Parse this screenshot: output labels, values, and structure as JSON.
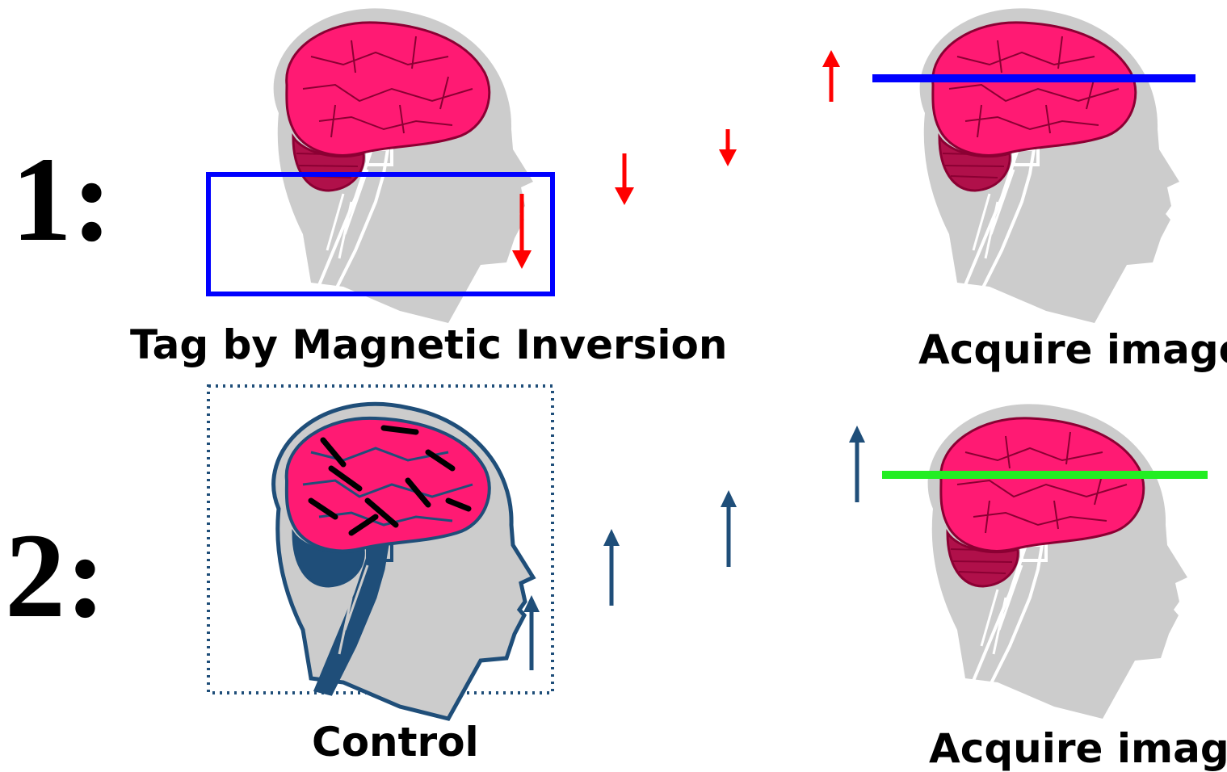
{
  "steps": [
    {
      "number": "1:",
      "caption": "Tag by Magnetic Inversion",
      "result_caption": "Acquire image"
    },
    {
      "number": "2:",
      "caption": "Control",
      "result_caption": "Acquire image"
    }
  ],
  "colors": {
    "brain": "#ff1a73",
    "brain_outline": "#8b0033",
    "head": "#cccccc",
    "tag_arrows": "#ff0000",
    "control_arrows": "#1f4e79",
    "tag_box": "#0000ff",
    "slice_line_1": "#0000ff",
    "slice_line_2": "#22ee22",
    "control_outline": "#1f4e79"
  },
  "icons": [
    "head-brain-icon",
    "down-arrow-icon",
    "up-arrow-icon"
  ]
}
